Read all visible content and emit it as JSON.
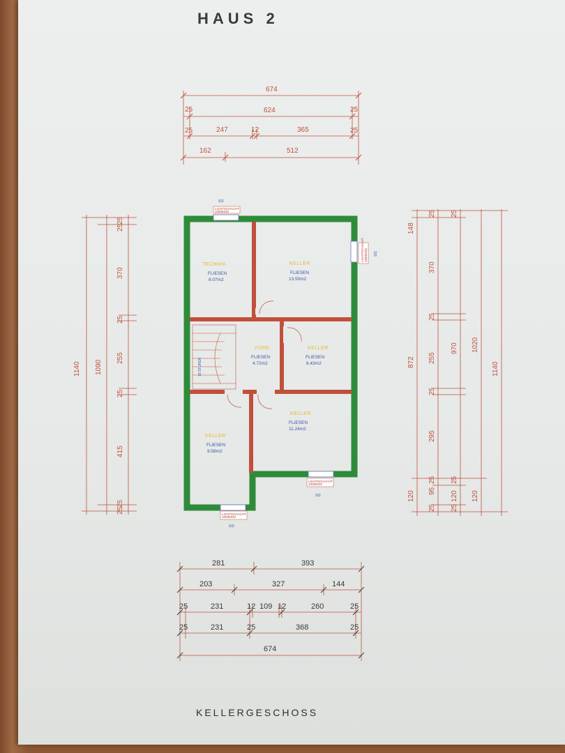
{
  "title": "HAUS 2",
  "footer": "KELLERGESCHOSS",
  "colors": {
    "wall_outer": "#2e8b3a",
    "wall_inner": "#c0503c",
    "dimension": "#c0503c",
    "text_dark": "#3a3a3a"
  },
  "top_dimensions": [
    {
      "values": [
        "674"
      ]
    },
    {
      "values": [
        "25",
        "624",
        "25"
      ]
    },
    {
      "values": [
        "25",
        "247",
        "12",
        "365",
        "25"
      ]
    },
    {
      "values": [
        "162",
        "512"
      ]
    }
  ],
  "bottom_dimensions": [
    {
      "values": [
        "281",
        "393"
      ]
    },
    {
      "values": [
        "203",
        "327",
        "144"
      ]
    },
    {
      "values": [
        "25",
        "231",
        "12",
        "109",
        "12",
        "260",
        "25"
      ]
    },
    {
      "values": [
        "25",
        "231",
        "25",
        "368",
        "25"
      ]
    },
    {
      "values": [
        "674"
      ]
    }
  ],
  "left_dimensions": {
    "outer": "1140",
    "second": "1090",
    "inner_segments": [
      "25",
      "25",
      "370",
      "25",
      "255",
      "25",
      "415",
      "25",
      "25"
    ]
  },
  "right_dimensions": {
    "c1": [
      "148",
      "872",
      "120"
    ],
    "c2": [
      "25",
      "370",
      "25",
      "255",
      "25",
      "295",
      "25",
      "95",
      "25"
    ],
    "c3": [
      "25",
      "970",
      "25",
      "120",
      "25"
    ],
    "c4": "1020",
    "c5": "1140",
    "small": "120"
  },
  "rooms": [
    {
      "name": "TECHNIK",
      "floor": "FLIESEN",
      "area": "8.07m2"
    },
    {
      "name": "KELLER",
      "floor": "FLIESEN",
      "area": "13.50m2"
    },
    {
      "name": "VORR.",
      "floor": "FLIESEN",
      "area": "4.72m2"
    },
    {
      "name": "KELLER",
      "floor": "FLIESEN",
      "area": "6.43m2"
    },
    {
      "name": "KELLER",
      "floor": "FLIESEN",
      "area": "9.58m2"
    },
    {
      "name": "KELLER",
      "floor": "FLIESEN",
      "area": "11.24m2"
    }
  ],
  "stair_label": "15 STUFEN",
  "window_tag": "LICHTSCHACHT",
  "window_size": "100/50/40",
  "level_mark": "SI3"
}
